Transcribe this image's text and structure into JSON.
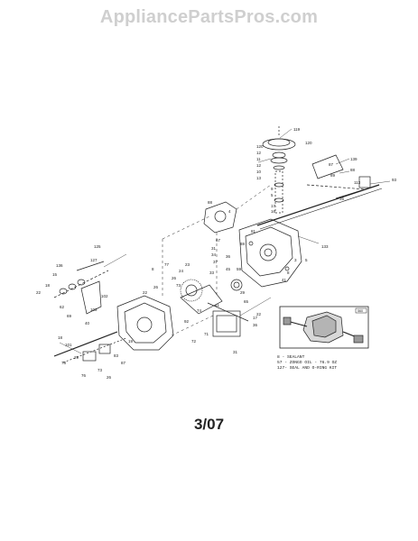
{
  "watermark": "AppliancePartsPros.com",
  "date": "3/07",
  "legend": {
    "lines": [
      "8 -  SEALANT",
      "57 - ZONGO OIL - 76.9 OZ",
      "127- SEAL AND O-RING KIT"
    ]
  },
  "inset": {
    "badge": "560"
  },
  "callouts": [
    "119",
    "120",
    "12",
    "11",
    "12",
    "10",
    "13",
    "120",
    "139",
    "87",
    "88",
    "89",
    "113",
    "93",
    "9",
    "133",
    "35",
    "88",
    "4",
    "17",
    "16",
    "5",
    "81",
    "67",
    "31",
    "34",
    "37",
    "23",
    "24",
    "26",
    "73",
    "26",
    "22",
    "8",
    "77",
    "29",
    "31",
    "17",
    "36",
    "125",
    "127",
    "136",
    "15",
    "18",
    "22",
    "62",
    "69",
    "102",
    "103",
    "40",
    "18",
    "101",
    "29",
    "78",
    "73",
    "26",
    "76",
    "83",
    "87",
    "19",
    "74",
    "92",
    "71",
    "72",
    "41",
    "65",
    "3",
    "8",
    "41",
    "36",
    "59",
    "88",
    "45",
    "33",
    "22",
    "5",
    "1"
  ],
  "colors": {
    "ink": "#222222",
    "watermark": "#cfcfcf"
  }
}
